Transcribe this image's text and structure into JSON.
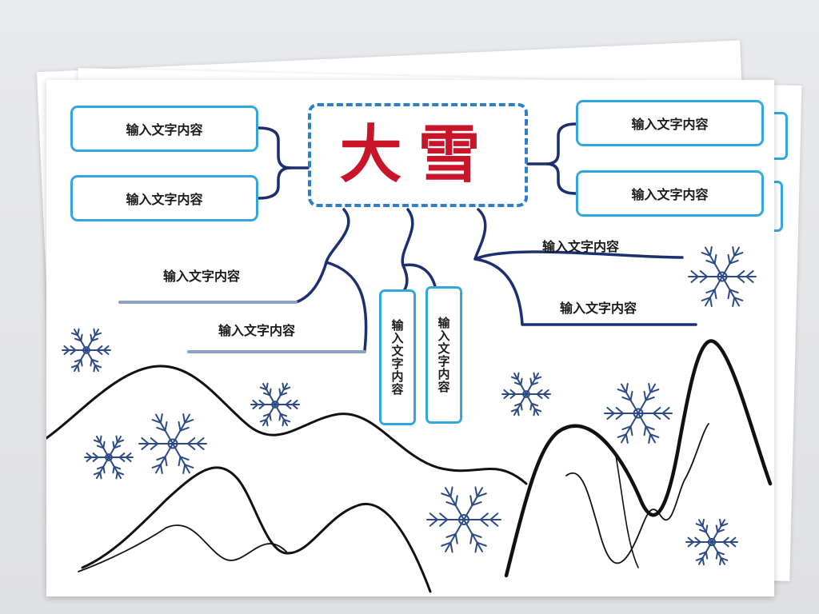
{
  "title": "大雪",
  "placeholder_text": "输入文字内容",
  "boxes": {
    "left_top": "输入文字内容",
    "left_bottom": "输入文字内容",
    "right_top": "输入文字内容",
    "right_bottom": "输入文字内容",
    "vertical_left": "输入文字内容",
    "vertical_right": "输入文字内容"
  },
  "branches": {
    "left_upper": "输入文字内容",
    "left_lower": "输入文字内容",
    "right_upper": "输入文字内容",
    "right_lower": "输入文字内容"
  },
  "colors": {
    "title_red": "#c8152a",
    "box_border": "#33a7dc",
    "dashed_border": "#2c7fc8",
    "connector_navy": "#1c2f6e",
    "snowflake": "#2b4a86"
  }
}
